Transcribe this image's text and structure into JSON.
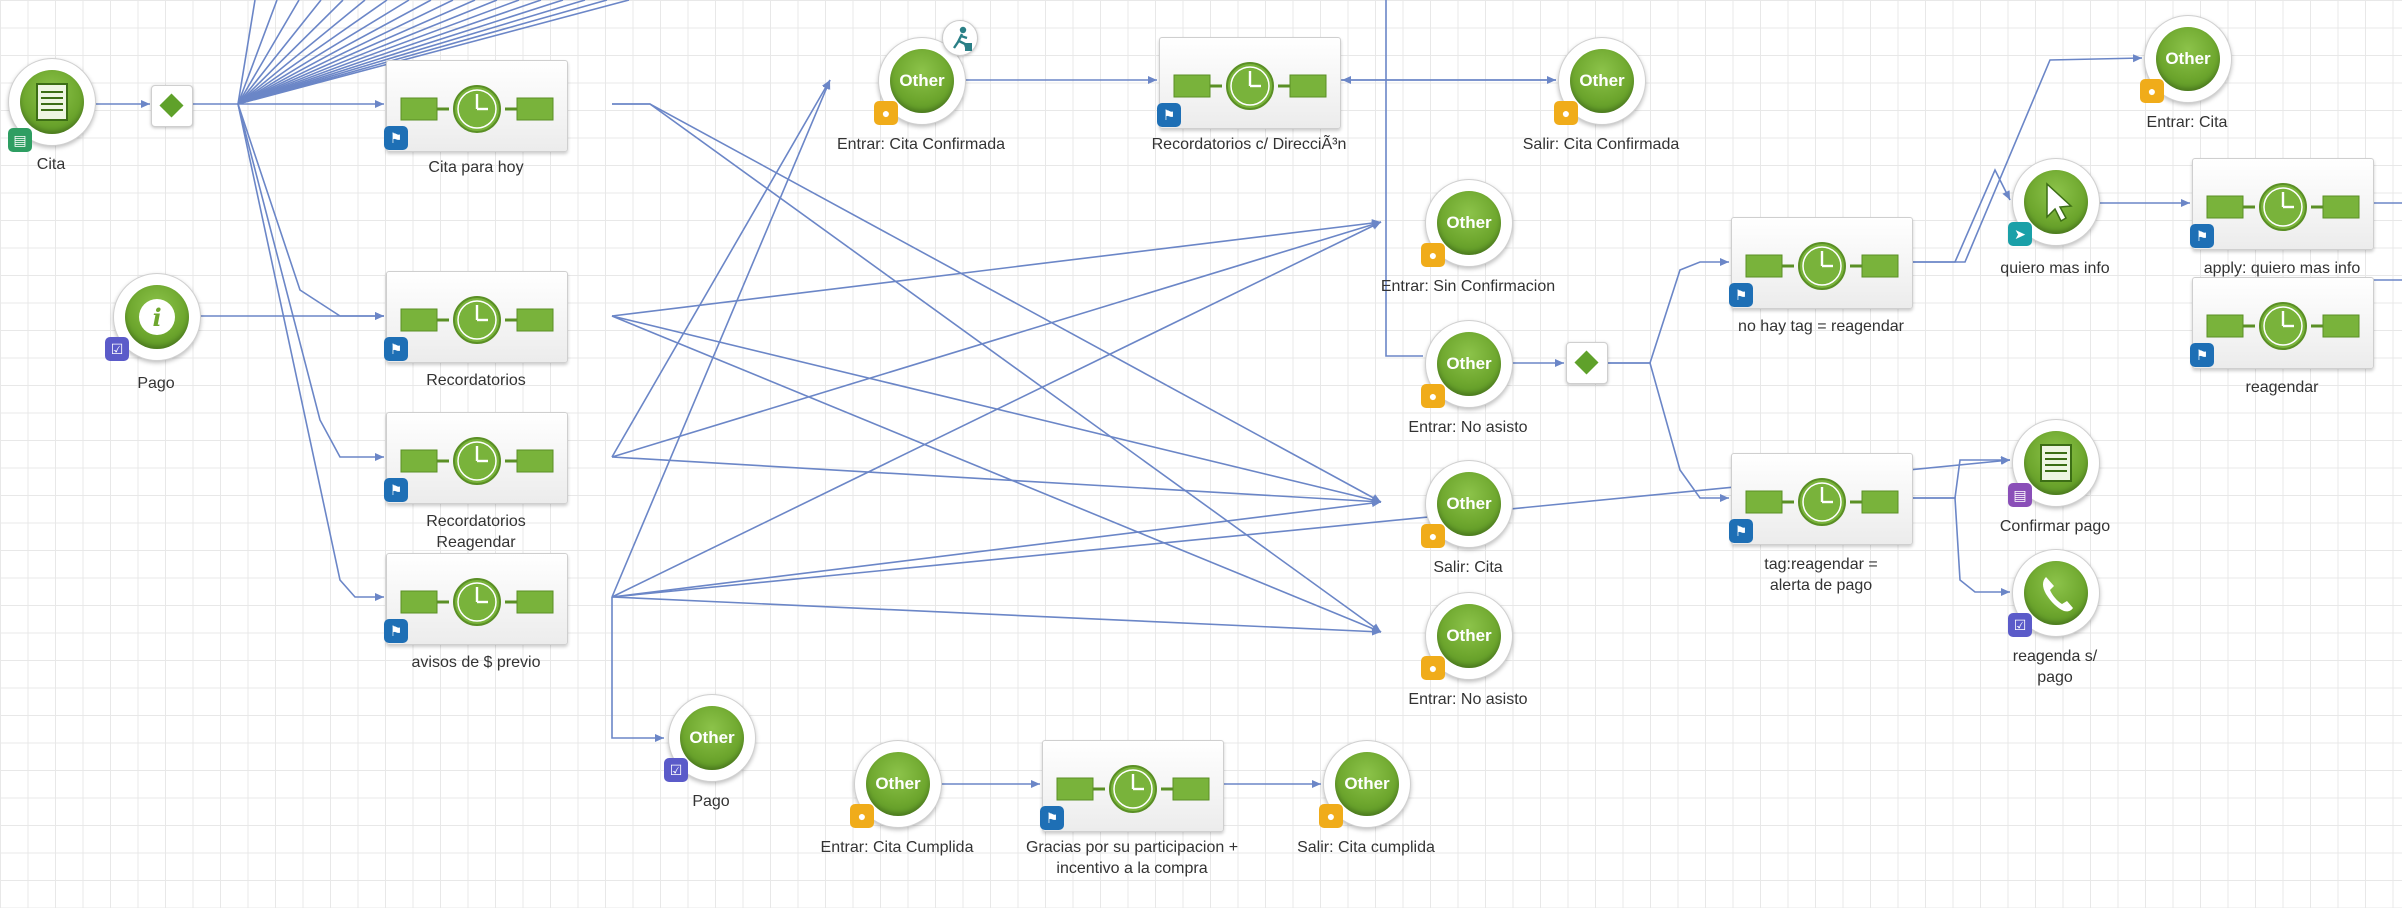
{
  "nodes": {
    "cita": {
      "label": "Cita"
    },
    "pago_info": {
      "label": "Pago"
    },
    "cita_para_hoy": {
      "label": "Cita para hoy"
    },
    "recordatorios": {
      "label": "Recordatorios"
    },
    "recordatorios_reagendar": {
      "label_line1": "Recordatorios",
      "label_line2": "Reagendar"
    },
    "avisos": {
      "label": "avisos de $ previo"
    },
    "pago_other": {
      "label": "Pago",
      "icon_text": "Other"
    },
    "entrar_cita_confirmada": {
      "label": "Entrar: Cita Confirmada",
      "icon_text": "Other"
    },
    "recordatorios_direccion": {
      "label": "Recordatorios c/ DirecciÃ³n"
    },
    "salir_cita_confirmada": {
      "label": "Salir: Cita Confirmada",
      "icon_text": "Other"
    },
    "entrar_sin_confirmacion": {
      "label": "Entrar: Sin Confirmacion",
      "icon_text": "Other"
    },
    "entrar_no_asisto_1": {
      "label": "Entrar: No asisto",
      "icon_text": "Other"
    },
    "salir_cita": {
      "label": "Salir: Cita",
      "icon_text": "Other"
    },
    "entrar_no_asisto_2": {
      "label": "Entrar: No asisto",
      "icon_text": "Other"
    },
    "entrar_cita_cumplida": {
      "label": "Entrar: Cita Cumplida",
      "icon_text": "Other"
    },
    "gracias": {
      "label_line1": "Gracias por su participacion +",
      "label_line2": "incentivo a la compra"
    },
    "salir_cita_cumplida": {
      "label": "Salir: Cita cumplida",
      "icon_text": "Other"
    },
    "no_hay_tag": {
      "label": "no hay tag = reagendar"
    },
    "tag_reagendar": {
      "label_line1": "tag:reagendar =",
      "label_line2": "alerta de pago"
    },
    "entrar_cita": {
      "label": "Entrar: Cita",
      "icon_text": "Other"
    },
    "quiero_mas_info": {
      "label": "quiero mas info"
    },
    "apply_quiero": {
      "label": "apply: quiero mas info"
    },
    "reagendar": {
      "label": "reagendar"
    },
    "confirmar_pago": {
      "label": "Confirmar pago"
    },
    "reagenda_pago": {
      "label_line1": "reagenda s/",
      "label_line2": "pago"
    }
  },
  "colors": {
    "edge": "#6b86c7",
    "grid": "#e8e8e8",
    "node_green": "#6ea72e",
    "badge_person": "#f0ac1a",
    "badge_flag": "#1e6fb5",
    "badge_tag": "#5b5bc9"
  }
}
